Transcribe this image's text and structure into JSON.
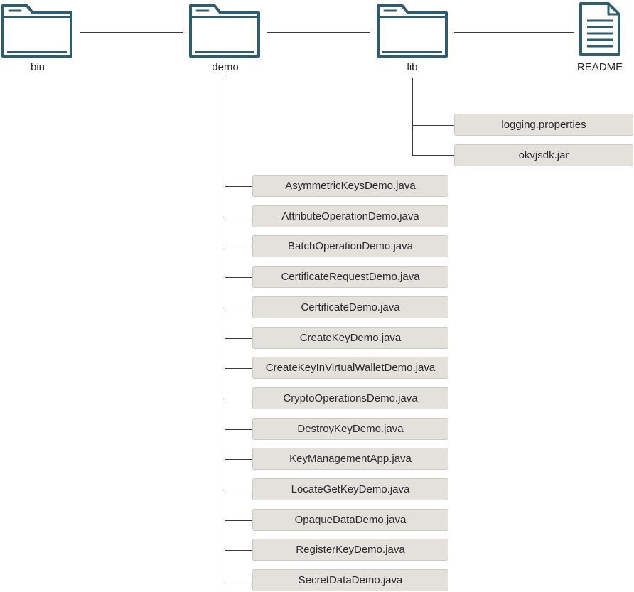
{
  "nodes": {
    "bin": "bin",
    "demo": "demo",
    "lib": "lib",
    "readme": "README"
  },
  "lib_files": [
    "logging.properties",
    "okvjsdk.jar"
  ],
  "demo_files": [
    "AsymmetricKeysDemo.java",
    "AttributeOperationDemo.java",
    "BatchOperationDemo.java",
    "CertificateRequestDemo.java",
    "CertificateDemo.java",
    "CreateKeyDemo.java",
    "CreateKeyInVirtualWalletDemo.java",
    "CryptoOperationsDemo.java",
    "DestroyKeyDemo.java",
    "KeyManagementApp.java",
    "LocateGetKeyDemo.java",
    "OpaqueDataDemo.java",
    "RegisterKeyDemo.java",
    "SecretDataDemo.java"
  ],
  "icons": {
    "folder": "folder-icon",
    "document": "document-icon"
  },
  "colors": {
    "icon_stroke": "#2e5d6e",
    "box_fill": "#e3e1dc",
    "connector": "#3a3a3a"
  }
}
